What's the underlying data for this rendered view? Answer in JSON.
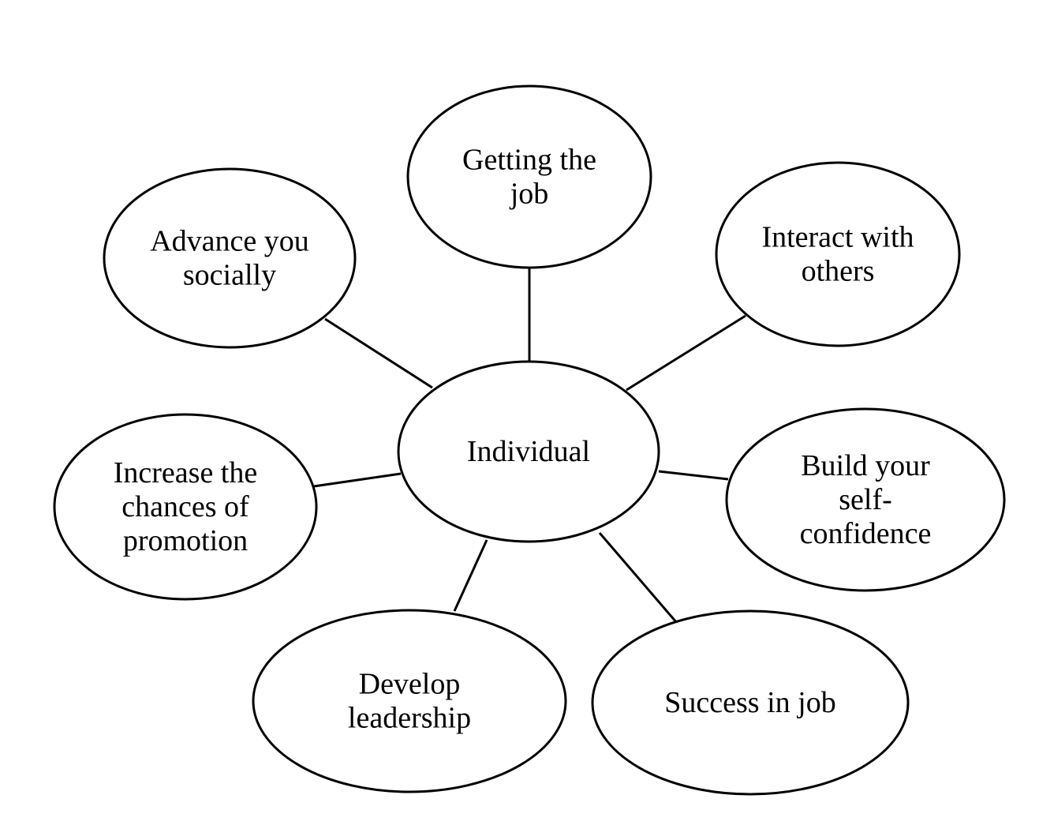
{
  "diagram": {
    "center": {
      "lines": [
        "Individual"
      ]
    },
    "nodes": [
      {
        "key": "getting-the-job",
        "lines": [
          "Getting the",
          "job"
        ]
      },
      {
        "key": "interact-with-others",
        "lines": [
          "Interact with",
          "others"
        ]
      },
      {
        "key": "build-self-confidence",
        "lines": [
          "Build your",
          "self-",
          "confidence"
        ]
      },
      {
        "key": "success-in-job",
        "lines": [
          "Success in job"
        ]
      },
      {
        "key": "develop-leadership",
        "lines": [
          "Develop",
          "leadership"
        ]
      },
      {
        "key": "increase-promotion",
        "lines": [
          "Increase the",
          "chances of",
          "promotion"
        ]
      },
      {
        "key": "advance-socially",
        "lines": [
          "Advance you",
          "socially"
        ]
      }
    ]
  }
}
